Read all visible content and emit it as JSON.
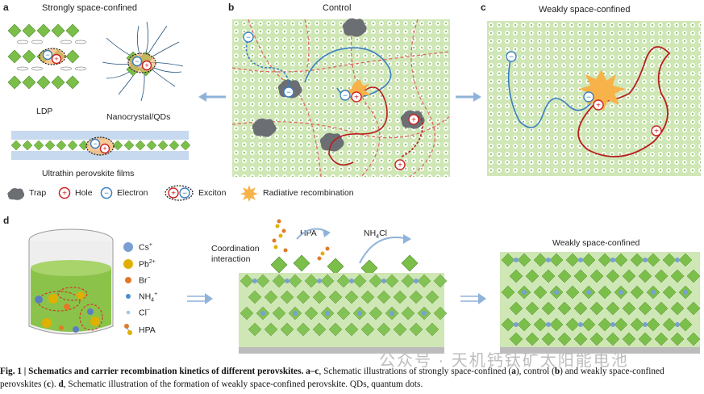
{
  "panel_a": {
    "letter": "a",
    "title": "Strongly space-confined",
    "label_ldp": "LDP",
    "label_nc": "Nanocrystal/QDs",
    "label_films": "Ultrathin perovskite films"
  },
  "panel_b": {
    "letter": "b",
    "title": "Control"
  },
  "panel_c": {
    "letter": "c",
    "title": "Weakly space-confined"
  },
  "legend": {
    "trap": "Trap",
    "hole": "Hole",
    "electron": "Electron",
    "exciton": "Exciton",
    "radiative": "Radiative recombination"
  },
  "panel_d": {
    "letter": "d",
    "species": [
      "Cs",
      "Pb",
      "Br",
      "NH",
      "Cl",
      "HPA"
    ],
    "species_sup": [
      "+",
      "2+",
      "−",
      "+",
      "−",
      ""
    ],
    "species_sub": [
      "",
      "",
      "",
      "4",
      "",
      ""
    ],
    "coordination": "Coordination\ninteraction",
    "hpa": "HPA",
    "nh4cl_main": "NH",
    "nh4cl_sub": "4",
    "nh4cl_tail": "Cl",
    "weakly_title": "Weakly space-confined"
  },
  "caption": {
    "fig": "Fig. 1 | Schematics and carrier recombination kinetics of different perovskites.",
    "ac_bold": "a–c",
    "ac_text": ", Schematic illustrations of strongly space-confined (",
    "a": "a",
    "mid1": "), control (",
    "b": "b",
    "mid2": ") and weakly space-confined perovskites (",
    "c": "c",
    "mid3": "). ",
    "d": "d",
    "d_text": ", Schematic illustration of the formation of weakly space-confined perovskite. QDs, quantum dots."
  },
  "watermark": "公众号 · 天机钙钛矿太阳能电池",
  "colors": {
    "octahedron": "#7bbf4a",
    "electron": "#3a7fc1",
    "hole": "#cc2222",
    "trap": "#6b6e73",
    "liquid": "#8bc34a",
    "arrow": "#8fb3d9"
  }
}
